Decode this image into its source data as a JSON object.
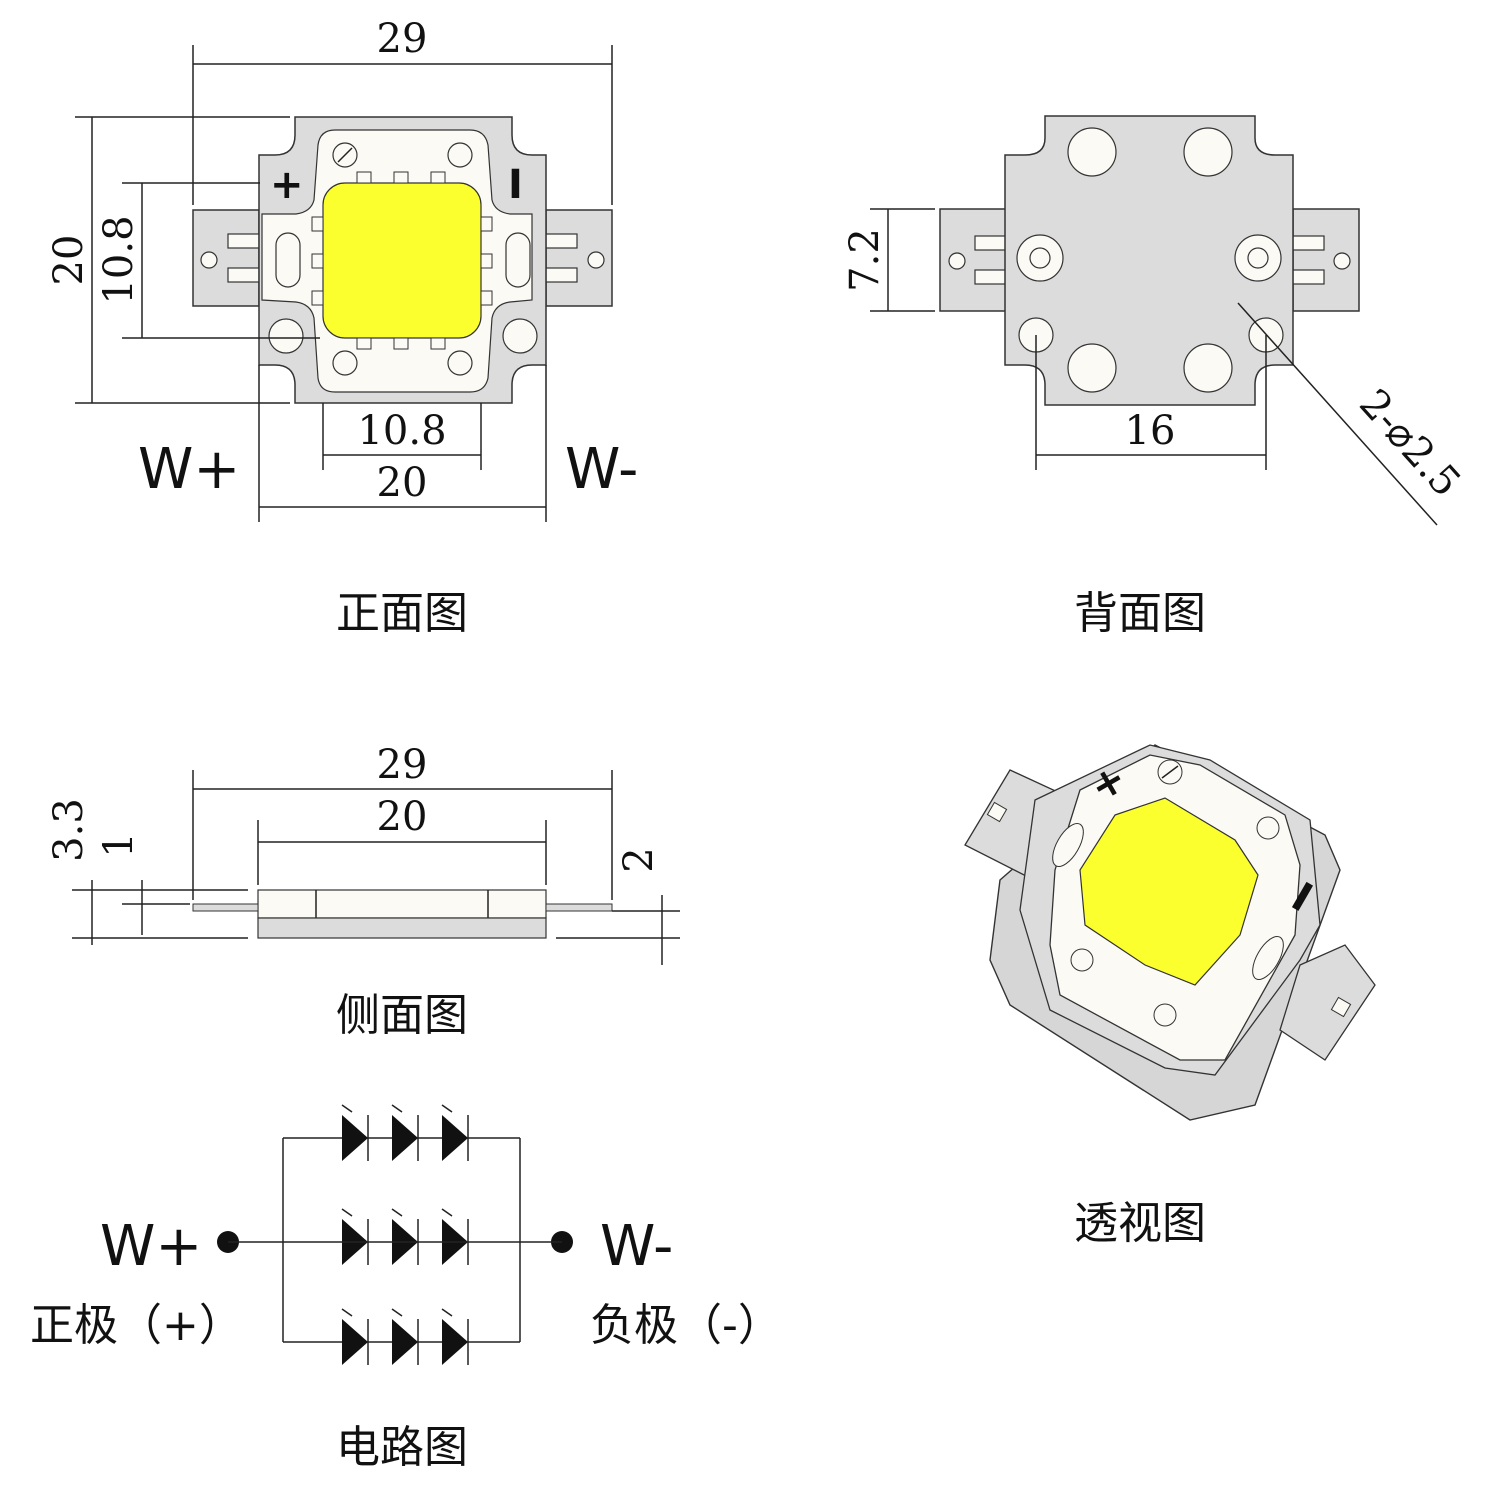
{
  "views": {
    "front": {
      "caption": "正面图",
      "dim_top": "29",
      "dim_height": "20",
      "dim_inner_v": "10.8",
      "dim_inner_h": "10.8",
      "dim_bottom": "20",
      "plus_symbol": "+",
      "minus_symbol": "I",
      "label_left": "W+",
      "label_right": "W-"
    },
    "back": {
      "caption": "背面图",
      "dim_v": "7.2",
      "dim_h": "16",
      "dim_holes": "2-⌀2.5"
    },
    "side": {
      "caption": "侧面图",
      "dim_total": "29",
      "dim_body": "20",
      "dim_height": "3.3",
      "dim_tab": "1",
      "dim_right": "2"
    },
    "perspective": {
      "caption": "透视图",
      "plus_symbol": "+",
      "minus_symbol": "I"
    },
    "circuit": {
      "caption": "电路图",
      "left_terminal": "W+",
      "right_terminal": "W-",
      "left_polarity": "正极（+）",
      "right_polarity": "负极（-）"
    }
  },
  "colors": {
    "led_emitter": "#fbff2e",
    "housing": "#dcdcdc",
    "white_frame": "#fbfaf5"
  }
}
